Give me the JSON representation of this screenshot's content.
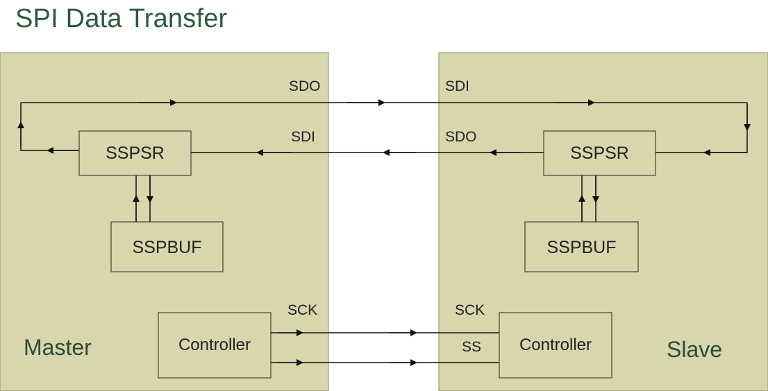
{
  "title": "SPI Data Transfer",
  "master": {
    "role_label": "Master",
    "shift_register": "SSPSR",
    "buffer": "SSPBUF",
    "controller": "Controller",
    "sdo_label": "SDO",
    "sdi_label": "SDI",
    "sck_label": "SCK"
  },
  "slave": {
    "role_label": "Slave",
    "shift_register": "SSPSR",
    "buffer": "SSPBUF",
    "controller": "Controller",
    "sdi_label": "SDI",
    "sdo_label": "SDO",
    "sck_label": "SCK",
    "ss_label": "SS"
  },
  "colors": {
    "panel_fill": "#d8d6ad",
    "title_color": "#2a5a3a",
    "wire": "#111111"
  }
}
